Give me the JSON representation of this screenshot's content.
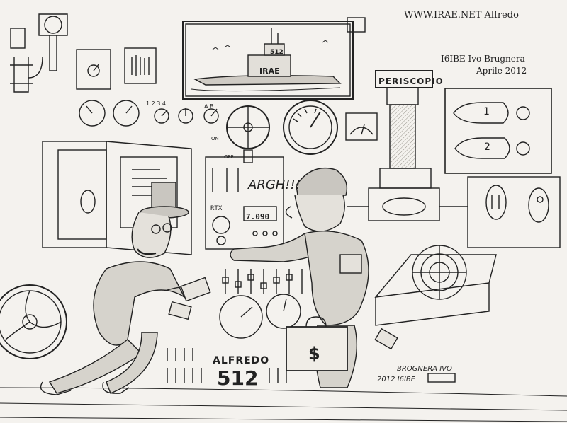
{
  "credits": {
    "site": "WWW.IRAE.NET Alfredo",
    "author": "I6IBE Ivo Brugnera",
    "date": "Aprile 2012"
  },
  "labels": {
    "periscope": "PERISCOPIO",
    "sub_name": "IRAE",
    "sub_number": "512",
    "argh": "ARGH!!!",
    "rtx": "RTX",
    "digital_readout": "7.090",
    "panel_name": "ALFREDO",
    "panel_number": "512",
    "signature_line1": "BROGNERA IVO",
    "signature_line2": "2012 I6IBE",
    "switch_on": "ON",
    "switch_off": "OFF",
    "dial_numbers": "1 2 3 4",
    "dial_ab": "A B",
    "tank_1": "1",
    "tank_2": "2",
    "case_symbol": "$"
  },
  "colors": {
    "ink": "#222222",
    "paper": "#f4f2ee",
    "shade": "#c9c6c0"
  },
  "icons": [
    "submarine-icon",
    "periscope-icon",
    "gauge-icon",
    "valve-wheel-icon",
    "radar-icon",
    "banknote-icon",
    "suitcase-icon",
    "knife-switch-icon"
  ]
}
